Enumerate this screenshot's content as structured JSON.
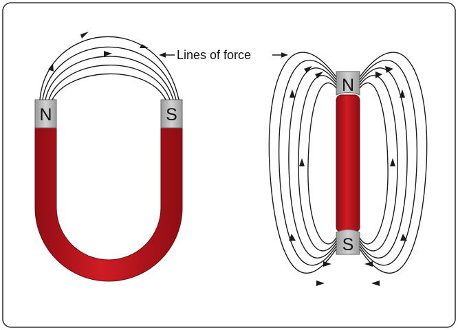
{
  "label": "Lines of force",
  "horseshoe_magnet": {
    "north_label": "N",
    "south_label": "S"
  },
  "bar_magnet": {
    "north_label": "N",
    "south_label": "S"
  },
  "colors": {
    "magnet_red": "#c0141c",
    "pole_gray": "#bdbdbd",
    "frame": "#333333",
    "line": "#1a1a1a"
  }
}
